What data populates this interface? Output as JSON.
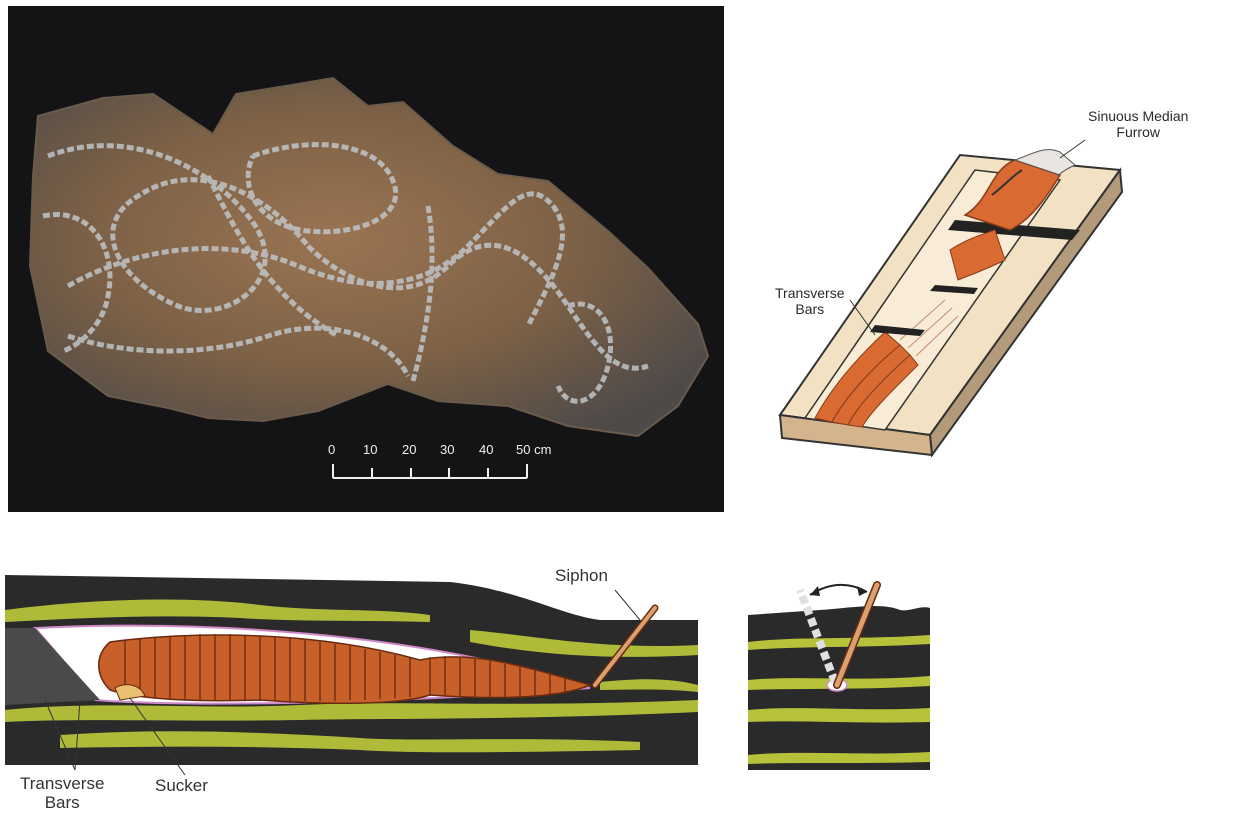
{
  "photo": {
    "scale_labels": [
      "0",
      "10",
      "20",
      "30",
      "40",
      "50 cm"
    ]
  },
  "block_diagram": {
    "label_furrow_line1": "Sinuous Median",
    "label_furrow_line2": "Furrow",
    "label_bars_line1": "Transverse",
    "label_bars_line2": "Bars"
  },
  "cross_section": {
    "label_siphon": "Siphon",
    "label_bars_line1": "Transverse",
    "label_bars_line2": "Bars",
    "label_sucker": "Sucker"
  },
  "colors": {
    "photo_bg": "#141416",
    "rock": "#8a6a4a",
    "sediment_dark": "#2a2a2a",
    "sediment_green": "#b7c23a",
    "worm": "#c8602a",
    "block_face": "#f2e1c2"
  }
}
